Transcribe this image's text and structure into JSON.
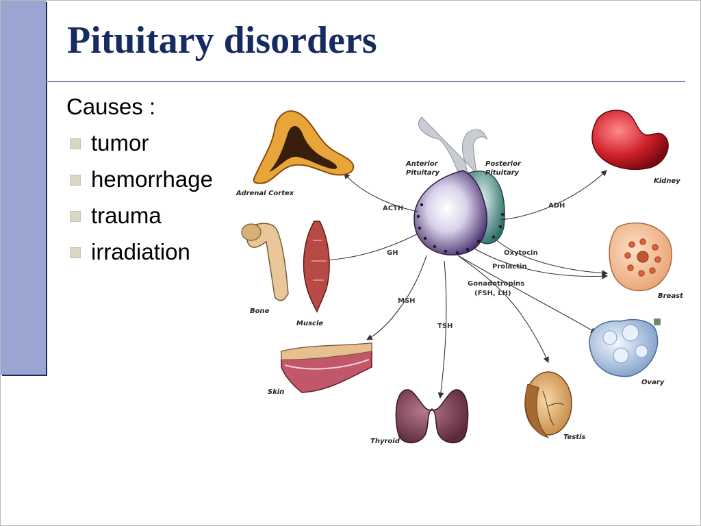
{
  "slide": {
    "title": "Pituitary disorders",
    "causes_heading": "Causes :",
    "causes": [
      "tumor",
      "hemorrhage",
      "trauma",
      "irradiation"
    ]
  },
  "diagram": {
    "gland_labels": {
      "anterior": [
        "Anterior",
        "Pituitary"
      ],
      "posterior": [
        "Posterior",
        "Pituitary"
      ]
    },
    "hormones": {
      "acth": "ACTH",
      "gh": "GH",
      "msh": "MSH",
      "tsh": "TSH",
      "adh": "ADH",
      "oxytocin": "Oxytocin",
      "prolactin": "Prolactin",
      "gonadotropins": [
        "Gonadotropins",
        "(FSH, LH)"
      ]
    },
    "targets": {
      "adrenal_cortex": "Adrenal Cortex",
      "bone": "Bone",
      "muscle": "Muscle",
      "skin": "Skin",
      "thyroid": "Thyroid",
      "testis": "Testis",
      "ovary": "Ovary",
      "breast": "Breast",
      "kidney": "Kidney"
    }
  },
  "colors": {
    "title": "#162b62",
    "sidebar": "#9aa5d2",
    "rule": "#7f88b8"
  }
}
